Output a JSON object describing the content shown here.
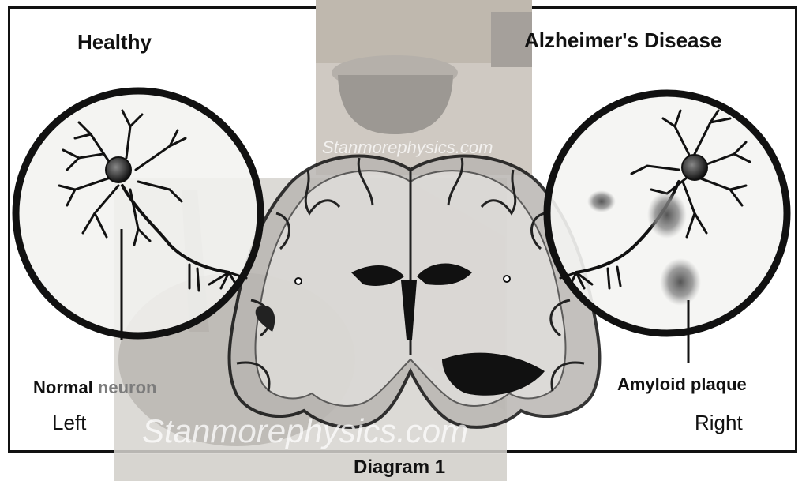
{
  "diagram": {
    "caption": "Diagram 1",
    "watermark": "Stanmorephysics.com",
    "left_panel": {
      "title": "Healthy",
      "label_first": "Normal",
      "label_second": "neuron",
      "side": "Left"
    },
    "right_panel": {
      "title": "Alzheimer's Disease",
      "label": "Amyloid plaque",
      "side": "Right"
    },
    "icons": [
      "neuron-icon",
      "brain-icon",
      "amyloid-plaque-icon",
      "plant-pot-photo"
    ]
  }
}
